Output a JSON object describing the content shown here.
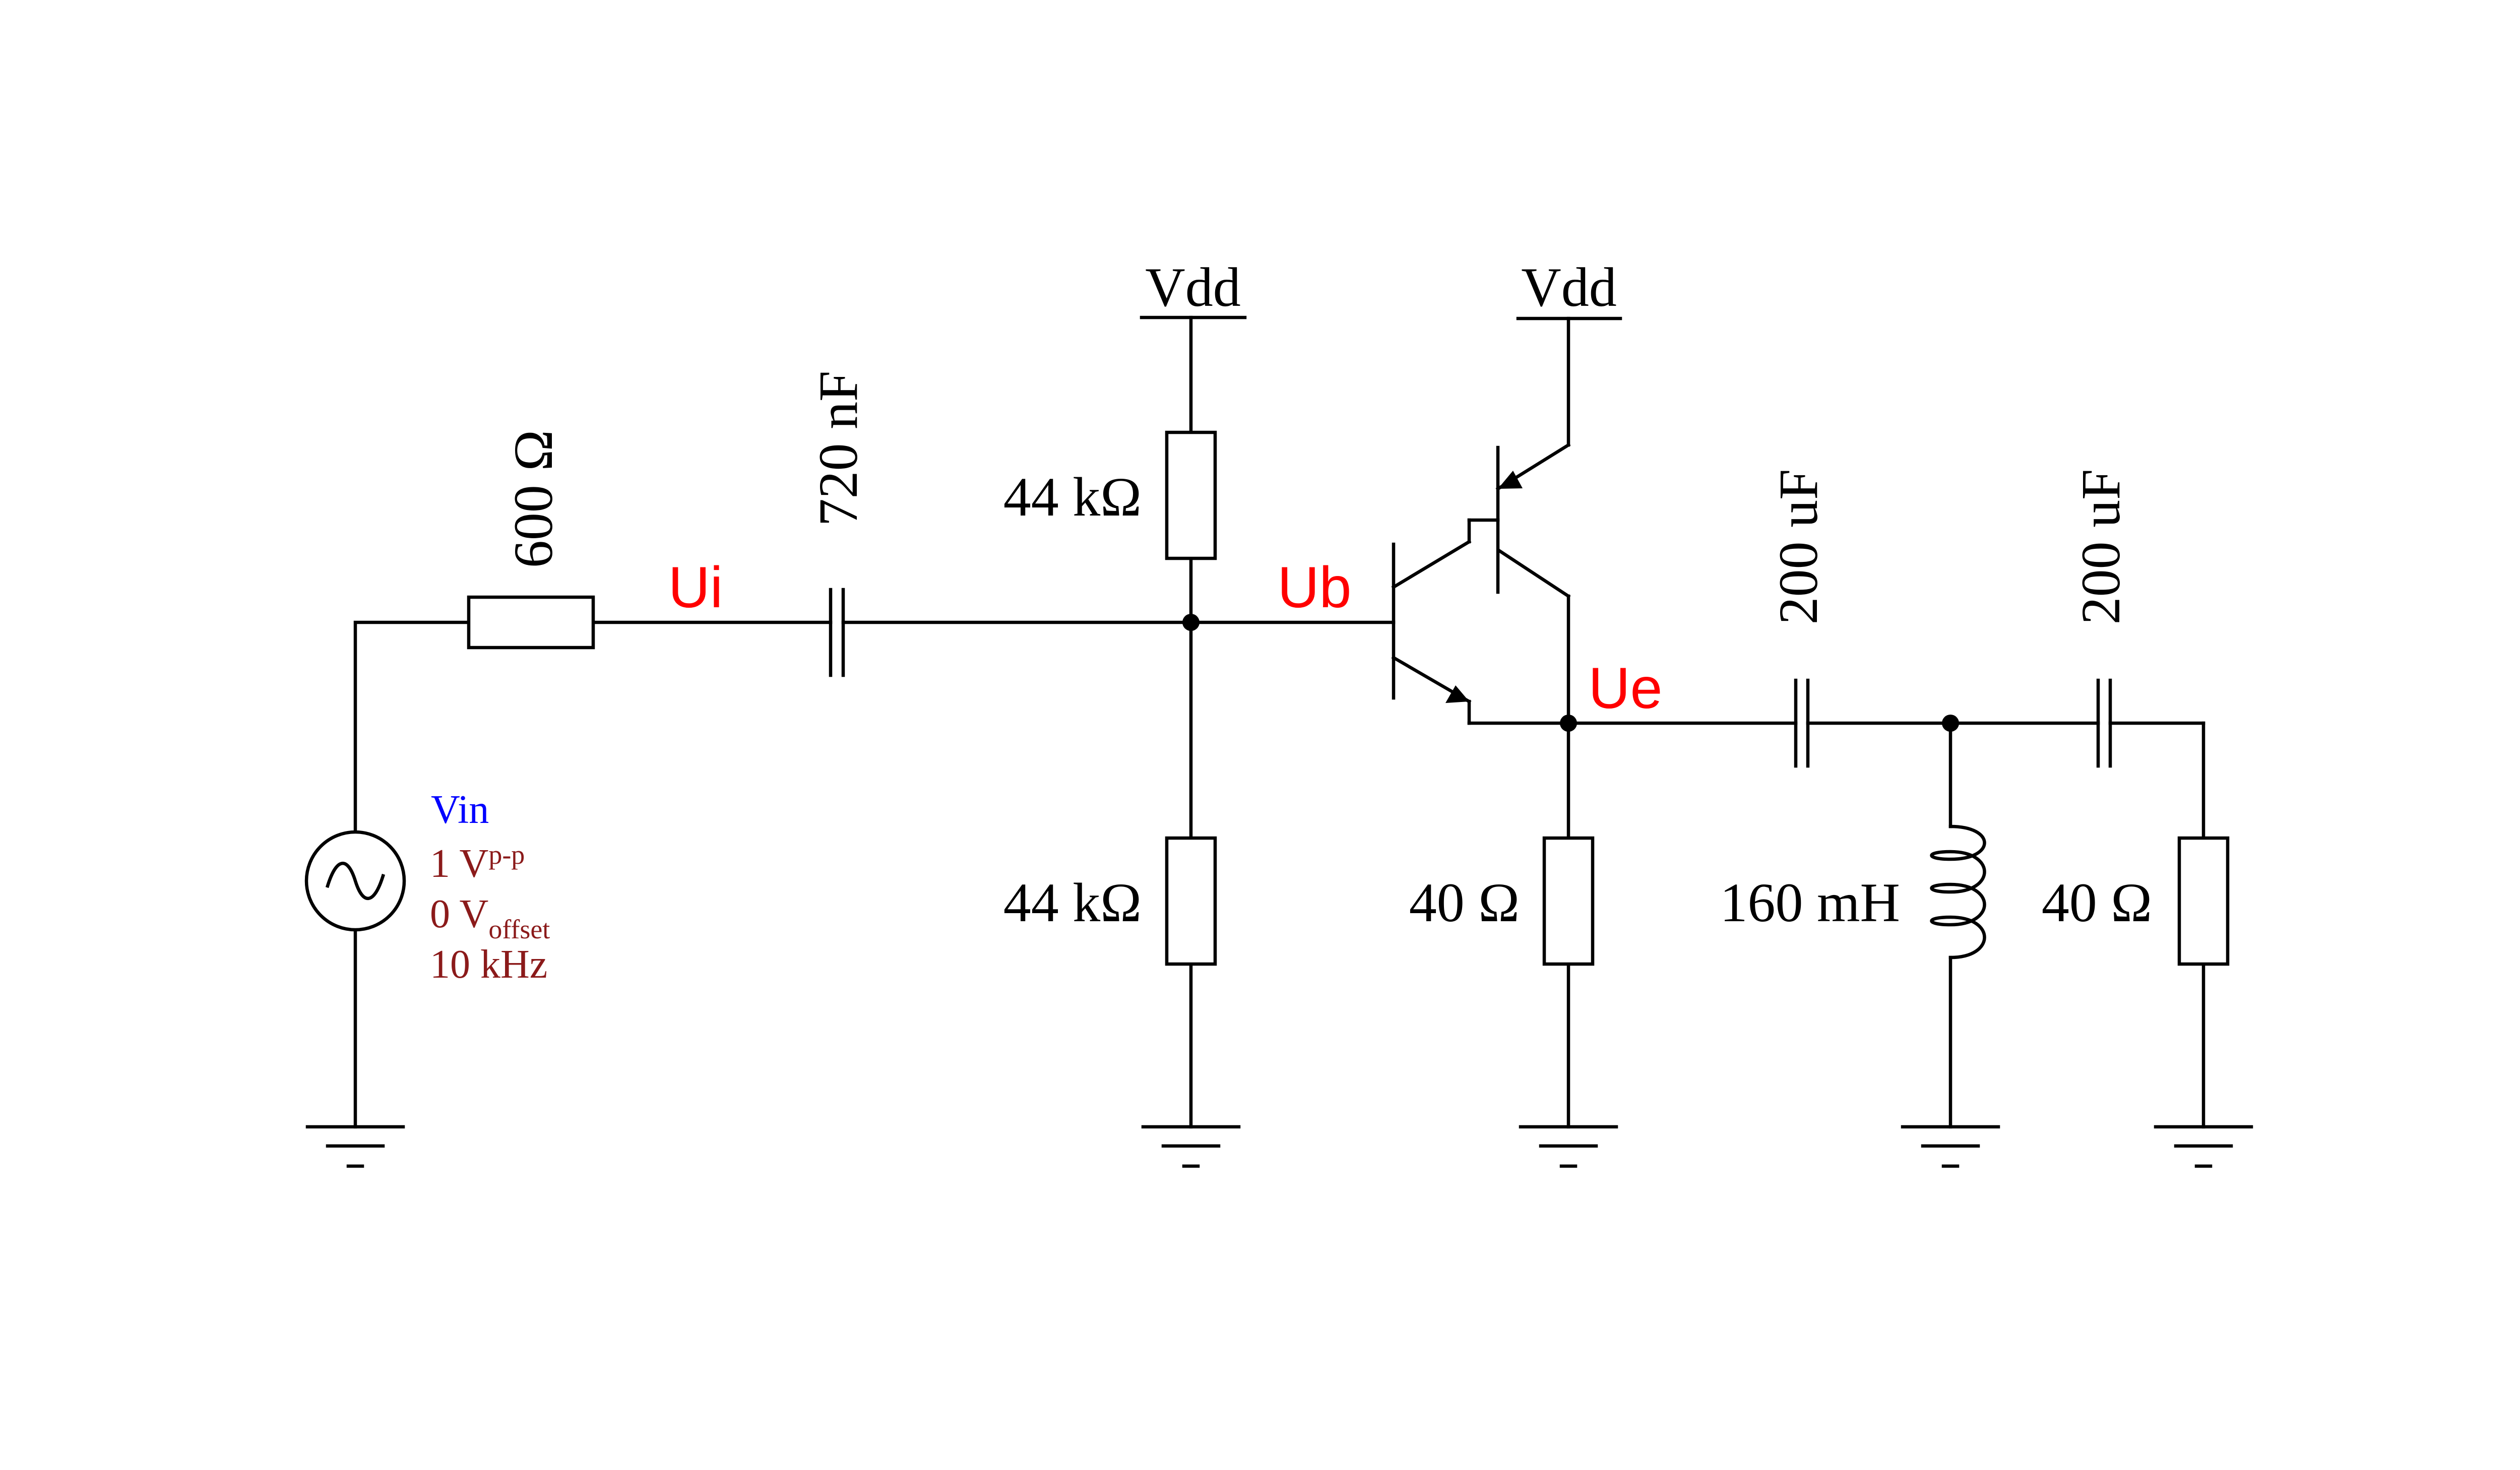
{
  "colors": {
    "wire": "#000000",
    "net_label": "#ff0000",
    "source_name": "#0000ff",
    "source_params": "#8b1a1a"
  },
  "supply": {
    "vdd_left": "Vdd",
    "vdd_right": "Vdd"
  },
  "components": {
    "r_source": "600 Ω",
    "c_input": "720 nF",
    "r_bias_top": "44 kΩ",
    "r_bias_bottom": "44 kΩ",
    "r_emitter": "40 Ω",
    "c_coupling_1": "200 uF",
    "c_coupling_2": "200 uF",
    "l_filter": "160 mH",
    "r_load": "40 Ω"
  },
  "nets": {
    "ui": "Ui",
    "ub": "Ub",
    "ue": "Ue"
  },
  "source": {
    "name": "Vin",
    "amplitude_value": "1 V",
    "amplitude_unit": "p-p",
    "offset_value": "0 V",
    "offset_unit": "offset",
    "frequency": "10 kHz"
  },
  "icons": {
    "source": "ac-voltage-source-icon",
    "transistor": "pnp-npn-darlington-icon",
    "ground": "ground-icon"
  }
}
